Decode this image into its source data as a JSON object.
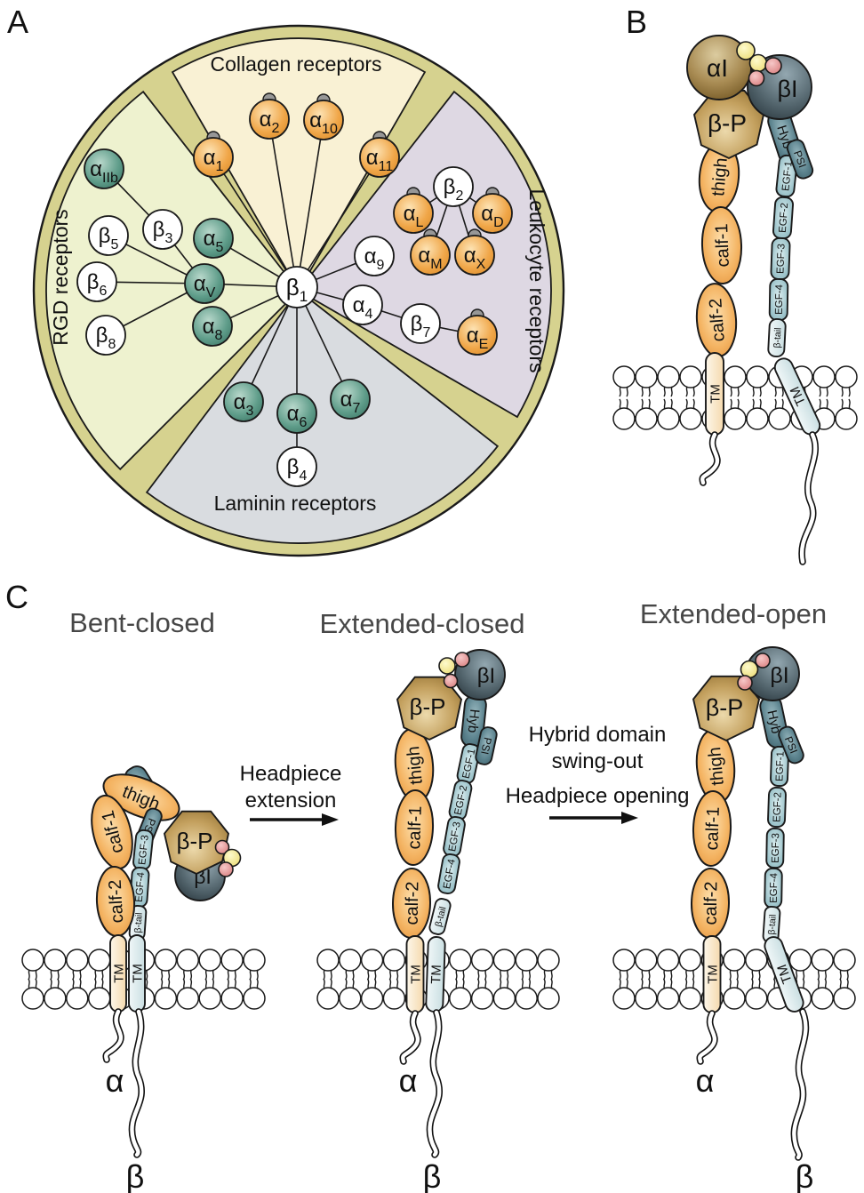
{
  "panelA": {
    "letter": "A",
    "sector_labels": {
      "collagen": "Collagen receptors",
      "rgd": "RGD receptors",
      "leukocyte": "Leukocyte receptors",
      "laminin": "Laminin receptors"
    },
    "nodes": {
      "a1": {
        "main": "α",
        "sub": "1"
      },
      "a2": {
        "main": "α",
        "sub": "2"
      },
      "a10": {
        "main": "α",
        "sub": "10"
      },
      "a11": {
        "main": "α",
        "sub": "11"
      },
      "aIIb": {
        "main": "α",
        "sub": "IIb"
      },
      "b5": {
        "main": "β",
        "sub": "5"
      },
      "b3": {
        "main": "β",
        "sub": "3"
      },
      "b6": {
        "main": "β",
        "sub": "6"
      },
      "b8": {
        "main": "β",
        "sub": "8"
      },
      "a5": {
        "main": "α",
        "sub": "5"
      },
      "aV": {
        "main": "α",
        "sub": "V"
      },
      "a8": {
        "main": "α",
        "sub": "8"
      },
      "b1": {
        "main": "β",
        "sub": "1"
      },
      "b2": {
        "main": "β",
        "sub": "2"
      },
      "aL": {
        "main": "α",
        "sub": "L"
      },
      "aD": {
        "main": "α",
        "sub": "D"
      },
      "aM": {
        "main": "α",
        "sub": "M"
      },
      "aX": {
        "main": "α",
        "sub": "X"
      },
      "a9": {
        "main": "α",
        "sub": "9"
      },
      "a4": {
        "main": "α",
        "sub": "4"
      },
      "b7": {
        "main": "β",
        "sub": "7"
      },
      "aE": {
        "main": "α",
        "sub": "E"
      },
      "a3": {
        "main": "α",
        "sub": "3"
      },
      "a6": {
        "main": "α",
        "sub": "6"
      },
      "a7": {
        "main": "α",
        "sub": "7"
      },
      "b4": {
        "main": "β",
        "sub": "4"
      }
    }
  },
  "panelB": {
    "letter": "B"
  },
  "panelC": {
    "letter": "C",
    "titles": {
      "bent": "Bent-closed",
      "extended_closed": "Extended-closed",
      "extended_open": "Extended-open"
    },
    "arrow1": {
      "line1": "Headpiece",
      "line2": "extension"
    },
    "arrow2": {
      "line1": "Hybrid domain",
      "line2": "swing-out",
      "line3": "Headpiece opening"
    }
  },
  "domains": {
    "alphaI": "αI",
    "betaI": "βI",
    "betaP": "β-P",
    "thigh": "thigh",
    "calf1": "calf-1",
    "calf2": "calf-2",
    "tm": "TM",
    "hyb": "Hyb",
    "psi": "PSI",
    "egf1": "EGF-1",
    "egf2": "EGF-2",
    "egf3": "EGF-3",
    "egf4": "EGF-4",
    "btail": "β-tail",
    "alpha": "α",
    "beta": "β"
  },
  "colors": {
    "ring_olive": "#d6d28f",
    "sector_collagen": "#f9f1d4",
    "sector_rgd": "#eef2cf",
    "sector_leukocyte": "#ded8e3",
    "sector_laminin": "#d9dce0",
    "node_orange": "#f0a648",
    "node_green": "#5e9c89",
    "node_white": "#ffffff",
    "cap_gray": "#979797",
    "alphaI_brown": "#a98c54",
    "betaI_slate": "#55676f",
    "betaP_tan": "#c3a05e",
    "leg_orange": "#f4b463",
    "egf_teal": "#9cc3ca",
    "teal_dark": "#5d848f",
    "tm_cream": "#f5d9ad",
    "tm_light_teal": "#cadfe2",
    "dot_yellow": "#f1e385",
    "dot_pink": "#dd8c8c",
    "title_gray": "#474747"
  }
}
